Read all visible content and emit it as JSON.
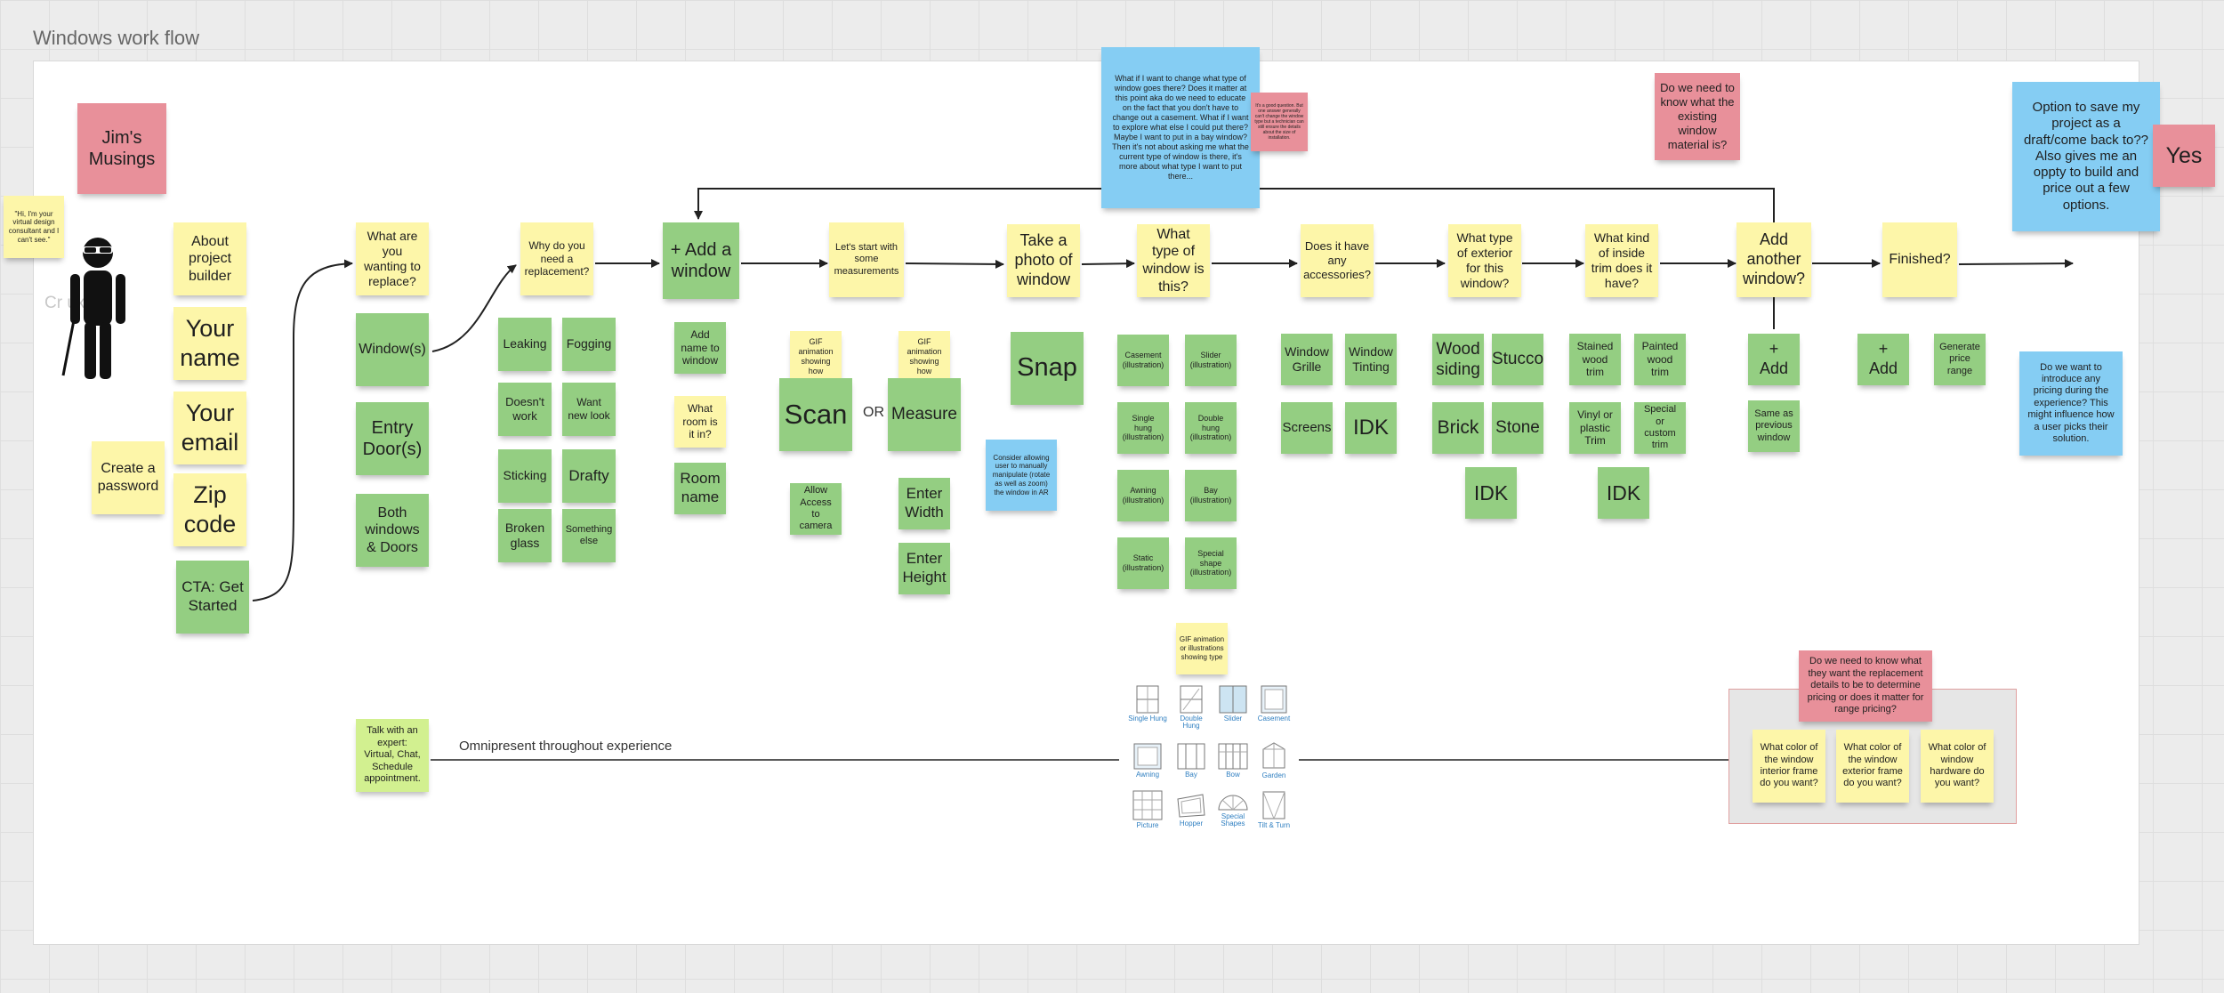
{
  "board": {
    "title": "Windows work flow"
  },
  "persona": {
    "title": "Jim's Musings",
    "quote": "\"Hi, I'm your virtual design consultant and I can't see.\"",
    "ghost_text": "Cr     ux"
  },
  "onboarding": {
    "about": "About project builder",
    "name": "Your name",
    "email": "Your email",
    "zip": "Zip code",
    "password": "Create a password",
    "cta": "CTA: Get Started"
  },
  "replace": {
    "question": "What are you wanting to replace?",
    "windows": "Window(s)",
    "entry": "Entry Door(s)",
    "both": "Both windows & Doors"
  },
  "reason": {
    "question": "Why do you need a replacement?",
    "leaking": "Leaking",
    "fogging": "Fogging",
    "doesnt_work": "Doesn't work",
    "new_look": "Want new look",
    "sticking": "Sticking",
    "drafty": "Drafty",
    "broken": "Broken glass",
    "something_else": "Something else"
  },
  "add_window": {
    "title": "+ Add a window",
    "add_name": "Add name to window",
    "what_room": "What room is it in?",
    "room_name": "Room name"
  },
  "measure": {
    "intro": "Let's start with some measurements",
    "gif_scan": "GIF animation showing how",
    "gif_measure": "GIF animation showing how",
    "scan": "Scan",
    "or": "OR",
    "measure": "Measure",
    "allow_camera": "Allow Access to camera",
    "width": "Enter Width",
    "height": "Enter Height"
  },
  "photo": {
    "title": "Take a photo of window",
    "snap": "Snap",
    "note": "Consider allowing user to manually manipulate (rotate as well as zoom) the window in AR"
  },
  "window_type": {
    "question": "What type of window is this?",
    "casement": "Casement (illustration)",
    "slider": "Slider (illustration)",
    "single_hung": "Single hung (illustration)",
    "double_hung": "Double hung (illustration)",
    "awning": "Awning (illustration)",
    "bay": "Bay (illustration)",
    "static": "Static (illustration)",
    "special": "Special shape (illustration)",
    "gif": "GIF animation or illustrations showing type",
    "top_note": "What if I want to change what type of window goes there? Does it matter at this point aka do we need to educate on the fact that you don't have to change out a casement. What if I want to explore what else I could put there? Maybe I want to put in a bay window? Then it's not about asking me what the current type of window is there, it's more about what type I want to put there...",
    "small_note": "It's a good question. But one answer generally can't change the window type but a technician can still ensure the details about the size of installation.",
    "icons": [
      "Single Hung",
      "Double Hung",
      "Slider",
      "Casement",
      "Awning",
      "Bay",
      "Bow",
      "Garden",
      "Picture",
      "Hopper",
      "Special Shapes",
      "Tilt & Turn"
    ]
  },
  "accessories": {
    "question": "Does it have any accessories?",
    "grille": "Window Grille",
    "tinting": "Window Tinting",
    "screens": "Screens",
    "idk": "IDK"
  },
  "exterior": {
    "question": "What type of exterior for this window?",
    "wood": "Wood siding",
    "stucco": "Stucco",
    "brick": "Brick",
    "stone": "Stone",
    "idk": "IDK",
    "material_note": "Do we need to know what the existing window material is?"
  },
  "trim": {
    "question": "What kind of inside trim does it have?",
    "stained": "Stained wood trim",
    "painted": "Painted wood trim",
    "vinyl": "Vinyl or plastic Trim",
    "special": "Special or custom trim",
    "idk": "IDK"
  },
  "another": {
    "question": "Add another window?",
    "add": "+ Add",
    "same": "Same as previous window"
  },
  "finished": {
    "title": "Finished?",
    "add": "+ Add",
    "price": "Generate price range",
    "save_note": "Option to save my project as a draft/come back to?? Also gives me an oppty to build and price out a few options.",
    "yes": "Yes",
    "pricing_note": "Do we want to introduce any pricing during the experience? This might influence how a user picks their solution."
  },
  "expert": {
    "note": "Talk with an expert: Virtual, Chat, Schedule appointment.",
    "line_label": "Omnipresent throughout experience"
  },
  "colors_group": {
    "question": "Do we need to know what they want the replacement details to be to determine pricing or does it matter for range pricing?",
    "interior": "What color of the window interior frame do you want?",
    "exterior": "What color of the window exterior frame do you want?",
    "hardware": "What  color of window hardware do you want?"
  }
}
